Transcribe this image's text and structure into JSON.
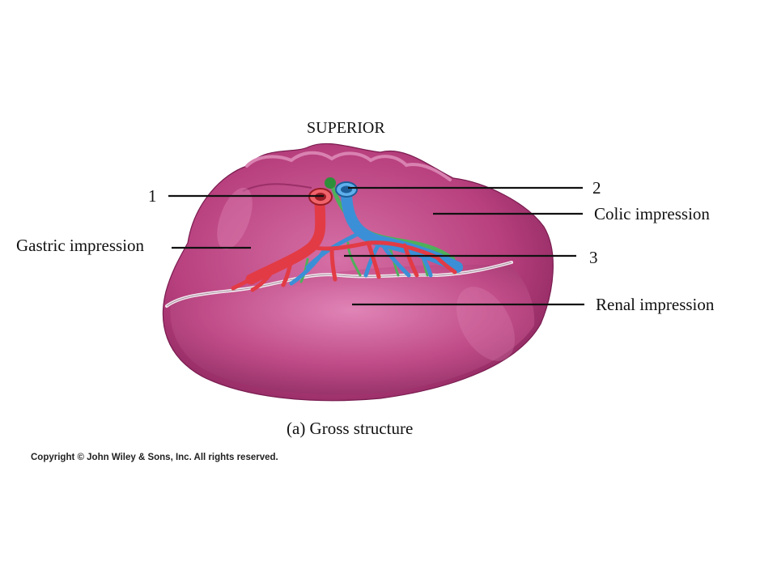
{
  "diagram": {
    "orientation_label": "SUPERIOR",
    "labels": {
      "l1": "1",
      "l2": "2",
      "l3": "3",
      "gastric": "Gastric impression",
      "colic": "Colic impression",
      "renal": "Renal impression"
    },
    "caption": "(a) Gross structure",
    "copyright": "Copyright © John Wiley & Sons, Inc. All rights reserved."
  },
  "colors": {
    "organ": "#b8407e",
    "organ_light": "#d670a6",
    "organ_dark": "#7e1f55",
    "artery": "#e23b45",
    "vein": "#3b8fd6",
    "duct": "#4fb05a"
  },
  "icons": [
    "spleen-illustration"
  ]
}
